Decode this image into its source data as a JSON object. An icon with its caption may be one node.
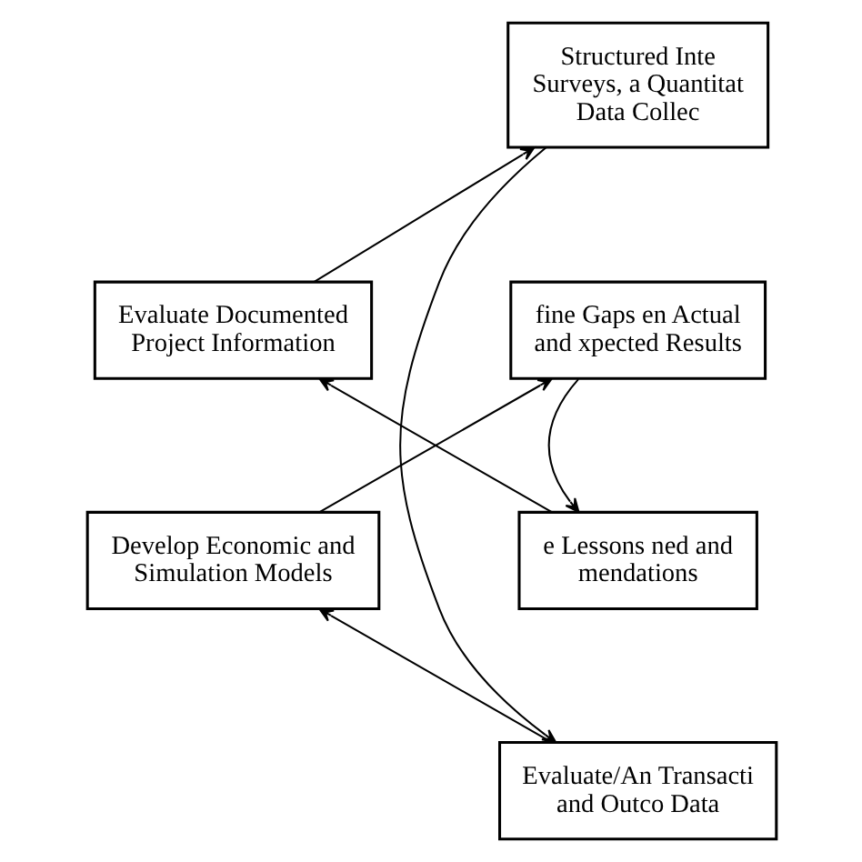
{
  "diagram": {
    "nodes": [
      {
        "text": [
          "Evaluate Documented Project Information"
        ]
      },
      {
        "text": [
          "Structured Inte Surveys, a Quantitat Data Collec"
        ]
      },
      {
        "text": [
          "Evaluate/An Transacti and Outco Data"
        ]
      },
      {
        "text": [
          "Develop Economic and Simulation Models"
        ]
      },
      {
        "text": [
          "fine Gaps en Actual and xpected Results"
        ]
      },
      {
        "text": [
          "e Lessons ned and mendations"
        ]
      }
    ],
    "edges": [
      {
        "from": 5,
        "to": 0,
        "arrow": "to"
      },
      {
        "from": 0,
        "to": 1,
        "arrow": "to"
      },
      {
        "from": 1,
        "to": 2,
        "arrow": "to"
      },
      {
        "from": 2,
        "to": 3,
        "arrow": "to"
      },
      {
        "from": 3,
        "to": 4,
        "arrow": "to"
      },
      {
        "from": 4,
        "to": 5,
        "arrow": "to"
      }
    ]
  }
}
